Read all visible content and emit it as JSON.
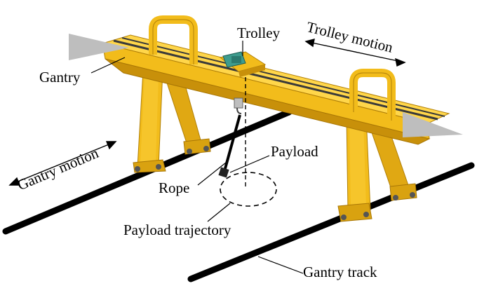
{
  "labels": {
    "trolley": "Trolley",
    "trolley_motion": "Trolley motion",
    "gantry": "Gantry",
    "gantry_motion": "Gantry motion",
    "payload": "Payload",
    "rope": "Rope",
    "payload_trajectory": "Payload trajectory",
    "gantry_track": "Gantry track"
  },
  "colors": {
    "crane_yellow": "#F2BC1B",
    "crane_shadow": "#C8900A",
    "crane_highlight": "#FFD64A",
    "rail_dark": "#3A3A3A",
    "trolley_teal": "#3E9C8E",
    "track_black": "#000000",
    "arrow_gray": "#BEBEBE"
  }
}
